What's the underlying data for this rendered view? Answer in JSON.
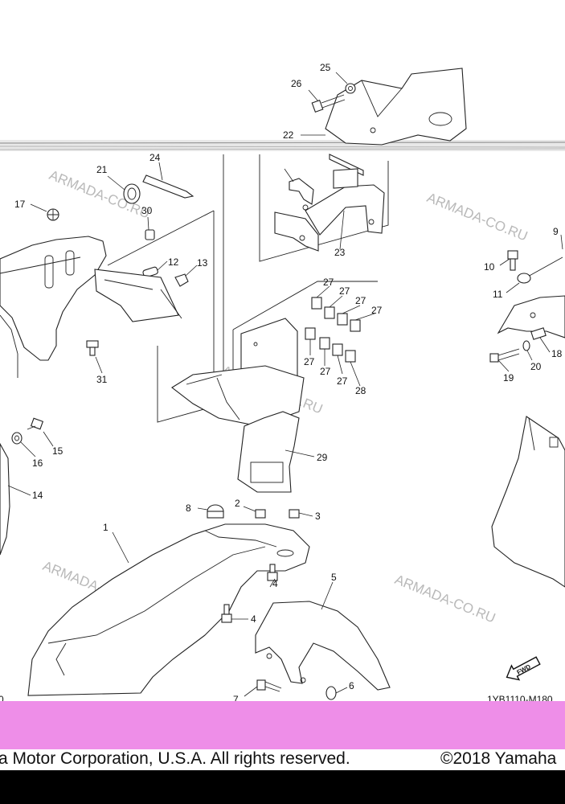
{
  "diagram": {
    "drawing_code": "1YB1110-M180",
    "fwd_label": "FWD",
    "left_edge_fragment": "0",
    "watermarks": [
      "ARMADA-CO.RU",
      "ARMADA-CO.RU",
      "ARMADA-CO.RU",
      "ARMADA-CO.RU",
      "ARMADA-CO.RU",
      "ARMADA-CO.RU"
    ],
    "callouts": [
      {
        "id": "c1",
        "label": "1"
      },
      {
        "id": "c2",
        "label": "2"
      },
      {
        "id": "c3",
        "label": "3"
      },
      {
        "id": "c4a",
        "label": "4"
      },
      {
        "id": "c4b",
        "label": "4"
      },
      {
        "id": "c5",
        "label": "5"
      },
      {
        "id": "c6",
        "label": "6"
      },
      {
        "id": "c7",
        "label": "7"
      },
      {
        "id": "c8",
        "label": "8"
      },
      {
        "id": "c9",
        "label": "9"
      },
      {
        "id": "c10",
        "label": "10"
      },
      {
        "id": "c11",
        "label": "11"
      },
      {
        "id": "c12",
        "label": "12"
      },
      {
        "id": "c13",
        "label": "13"
      },
      {
        "id": "c14",
        "label": "14"
      },
      {
        "id": "c15",
        "label": "15"
      },
      {
        "id": "c16",
        "label": "16"
      },
      {
        "id": "c17",
        "label": "17"
      },
      {
        "id": "c18",
        "label": "18"
      },
      {
        "id": "c19",
        "label": "19"
      },
      {
        "id": "c20",
        "label": "20"
      },
      {
        "id": "c21",
        "label": "21"
      },
      {
        "id": "c22",
        "label": "22"
      },
      {
        "id": "c23",
        "label": "23"
      },
      {
        "id": "c24",
        "label": "24"
      },
      {
        "id": "c25",
        "label": "25"
      },
      {
        "id": "c26",
        "label": "26"
      },
      {
        "id": "c27a",
        "label": "27"
      },
      {
        "id": "c27b",
        "label": "27"
      },
      {
        "id": "c27c",
        "label": "27"
      },
      {
        "id": "c27d",
        "label": "27"
      },
      {
        "id": "c27e",
        "label": "27"
      },
      {
        "id": "c27f",
        "label": "27"
      },
      {
        "id": "c27g",
        "label": "27"
      },
      {
        "id": "c28",
        "label": "28"
      },
      {
        "id": "c29",
        "label": "29"
      },
      {
        "id": "c30",
        "label": "30"
      },
      {
        "id": "c31",
        "label": "31"
      }
    ]
  },
  "footer": {
    "left_text": "a Motor Corporation, U.S.A. All rights reserved.",
    "right_text": "©2018 Yamaha"
  },
  "colors": {
    "band": "#ee8ee8",
    "bottom_bar": "#000000",
    "watermark": "#b9b9b9"
  }
}
